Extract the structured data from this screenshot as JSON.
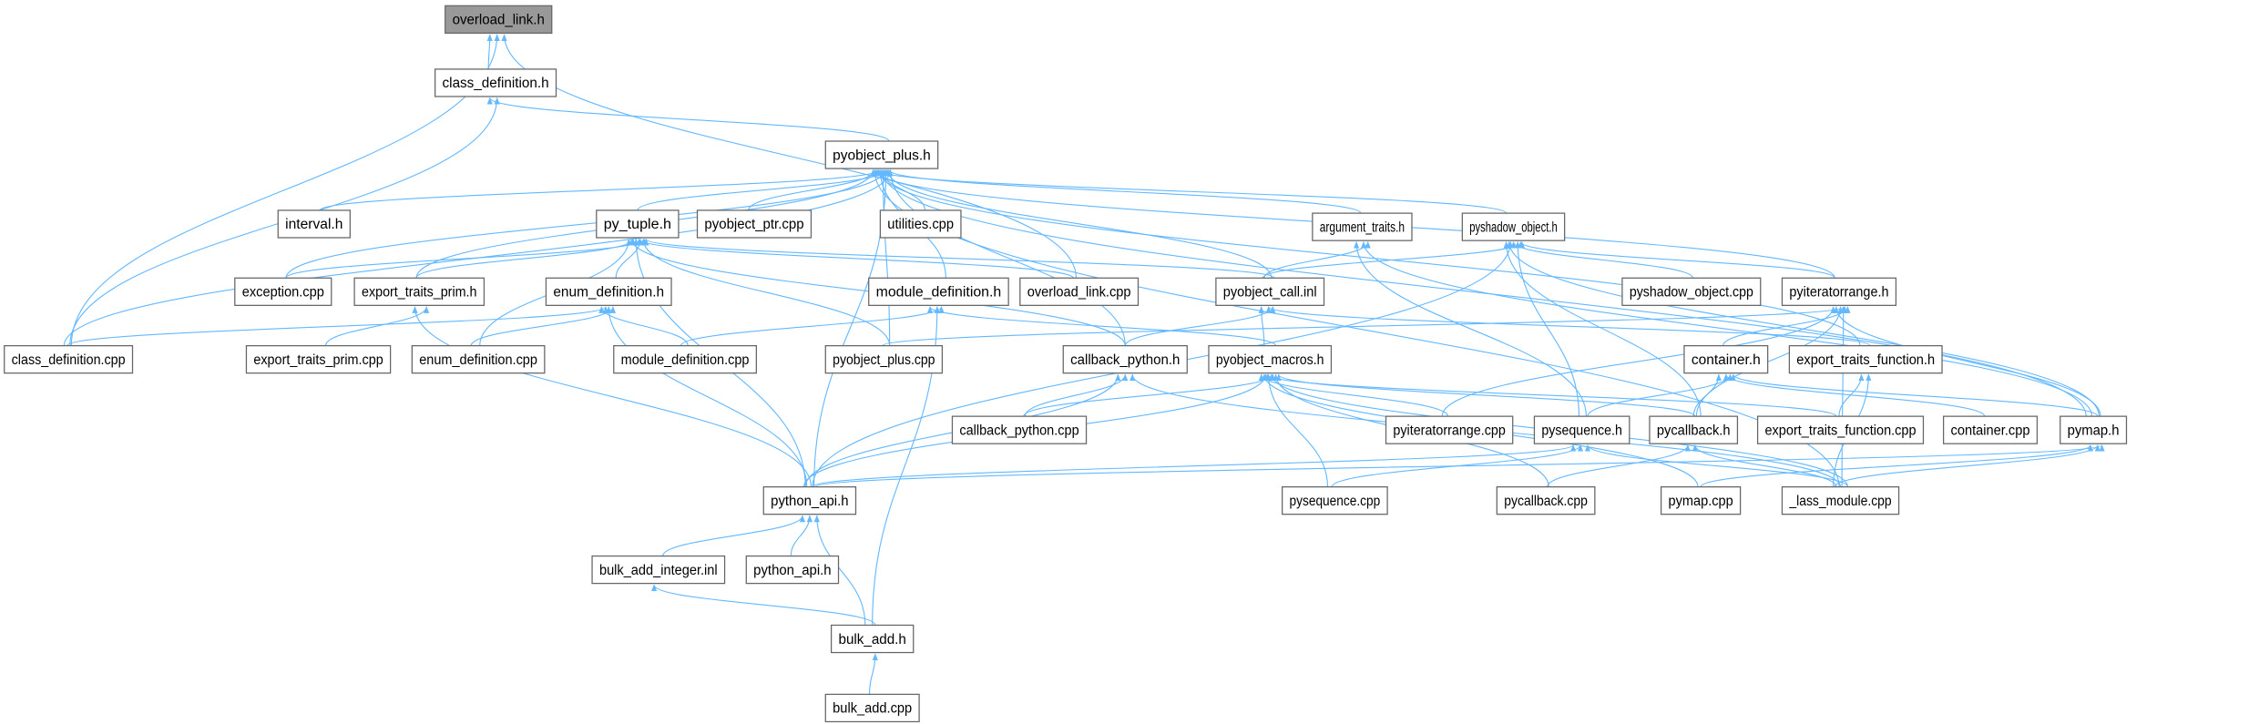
{
  "title": "overload_link.h include dependency graph",
  "colors": {
    "edge": "#63b8ff",
    "current_node_fill": "#999999",
    "node_fill": "#ffffff",
    "node_border": "#666666"
  },
  "nodes": [
    {
      "id": "overload_link_h",
      "label": "overload_link.h",
      "current": true
    },
    {
      "id": "class_definition_h",
      "label": "class_definition.h"
    },
    {
      "id": "pyobject_plus_h",
      "label": "pyobject_plus.h"
    },
    {
      "id": "interval_h",
      "label": "interval.h"
    },
    {
      "id": "py_tuple_h",
      "label": "py_tuple.h"
    },
    {
      "id": "pyobject_ptr_cpp",
      "label": "pyobject_ptr.cpp"
    },
    {
      "id": "utilities_cpp",
      "label": "utilities.cpp"
    },
    {
      "id": "argument_traits_h",
      "label": "argument_traits.h"
    },
    {
      "id": "pyshadow_object_h",
      "label": "pyshadow_object.h"
    },
    {
      "id": "exception_cpp",
      "label": "exception.cpp"
    },
    {
      "id": "export_traits_prim_h",
      "label": "export_traits_prim.h"
    },
    {
      "id": "enum_definition_h",
      "label": "enum_definition.h"
    },
    {
      "id": "module_definition_h",
      "label": "module_definition.h"
    },
    {
      "id": "overload_link_cpp",
      "label": "overload_link.cpp"
    },
    {
      "id": "pyobject_call_inl",
      "label": "pyobject_call.inl"
    },
    {
      "id": "pyshadow_object_cpp",
      "label": "pyshadow_object.cpp"
    },
    {
      "id": "pyiteratorrange_h",
      "label": "pyiteratorrange.h"
    },
    {
      "id": "class_definition_cpp",
      "label": "class_definition.cpp"
    },
    {
      "id": "export_traits_prim_cpp",
      "label": "export_traits_prim.cpp"
    },
    {
      "id": "enum_definition_cpp",
      "label": "enum_definition.cpp"
    },
    {
      "id": "module_definition_cpp",
      "label": "module_definition.cpp"
    },
    {
      "id": "pyobject_plus_cpp",
      "label": "pyobject_plus.cpp"
    },
    {
      "id": "callback_python_h",
      "label": "callback_python.h"
    },
    {
      "id": "pyobject_macros_h",
      "label": "pyobject_macros.h"
    },
    {
      "id": "container_h",
      "label": "container.h"
    },
    {
      "id": "export_traits_function_h",
      "label": "export_traits_function.h"
    },
    {
      "id": "callback_python_cpp",
      "label": "callback_python.cpp"
    },
    {
      "id": "pyiteratorrange_cpp",
      "label": "pyiteratorrange.cpp"
    },
    {
      "id": "pysequence_h",
      "label": "pysequence.h"
    },
    {
      "id": "pycallback_h",
      "label": "pycallback.h"
    },
    {
      "id": "export_traits_function_cpp",
      "label": "export_traits_function.cpp"
    },
    {
      "id": "container_cpp",
      "label": "container.cpp"
    },
    {
      "id": "pymap_h",
      "label": "pymap.h"
    },
    {
      "id": "python_api_h",
      "label": "python_api.h"
    },
    {
      "id": "pysequence_cpp",
      "label": "pysequence.cpp"
    },
    {
      "id": "pycallback_cpp",
      "label": "pycallback.cpp"
    },
    {
      "id": "pymap_cpp",
      "label": "pymap.cpp"
    },
    {
      "id": "lass_module_cpp",
      "label": "_lass_module.cpp"
    },
    {
      "id": "bulk_add_integer_inl",
      "label": "bulk_add_integer.inl"
    },
    {
      "id": "python_api_h_2",
      "label": "python_api.h"
    },
    {
      "id": "bulk_add_h",
      "label": "bulk_add.h"
    },
    {
      "id": "bulk_add_cpp",
      "label": "bulk_add.cpp"
    }
  ],
  "edges": [
    [
      "class_definition_h",
      "overload_link_h"
    ],
    [
      "class_definition_cpp",
      "overload_link_h"
    ],
    [
      "overload_link_cpp",
      "overload_link_h"
    ],
    [
      "pyobject_plus_h",
      "class_definition_h"
    ],
    [
      "class_definition_cpp",
      "class_definition_h"
    ],
    [
      "class_definition_cpp",
      "pyobject_plus_h"
    ],
    [
      "interval_h",
      "pyobject_plus_h"
    ],
    [
      "py_tuple_h",
      "pyobject_plus_h"
    ],
    [
      "pyobject_ptr_cpp",
      "pyobject_plus_h"
    ],
    [
      "utilities_cpp",
      "pyobject_plus_h"
    ],
    [
      "argument_traits_h",
      "pyobject_plus_h"
    ],
    [
      "pyshadow_object_h",
      "pyobject_plus_h"
    ],
    [
      "exception_cpp",
      "pyobject_plus_h"
    ],
    [
      "export_traits_prim_h",
      "pyobject_plus_h"
    ],
    [
      "module_definition_h",
      "pyobject_plus_h"
    ],
    [
      "pyobject_call_inl",
      "pyobject_plus_h"
    ],
    [
      "pyiteratorrange_h",
      "pyobject_plus_h"
    ],
    [
      "pyobject_plus_cpp",
      "pyobject_plus_h"
    ],
    [
      "callback_python_h",
      "pyobject_plus_h"
    ],
    [
      "export_traits_function_h",
      "pyobject_plus_h"
    ],
    [
      "python_api_h",
      "pyobject_plus_h"
    ],
    [
      "lass_module_cpp",
      "pyobject_plus_h"
    ],
    [
      "pymap_h",
      "pyobject_plus_h"
    ],
    [
      "exception_cpp",
      "py_tuple_h"
    ],
    [
      "export_traits_prim_h",
      "py_tuple_h"
    ],
    [
      "enum_definition_h",
      "py_tuple_h"
    ],
    [
      "enum_definition_cpp",
      "py_tuple_h"
    ],
    [
      "python_api_h",
      "py_tuple_h"
    ],
    [
      "pyobject_plus_cpp",
      "py_tuple_h"
    ],
    [
      "callback_python_h",
      "py_tuple_h"
    ],
    [
      "overload_link_cpp",
      "py_tuple_h"
    ],
    [
      "pyobject_call_inl",
      "py_tuple_h"
    ],
    [
      "class_definition_cpp",
      "enum_definition_h"
    ],
    [
      "enum_definition_cpp",
      "enum_definition_h"
    ],
    [
      "module_definition_cpp",
      "enum_definition_h"
    ],
    [
      "python_api_h",
      "enum_definition_h"
    ],
    [
      "export_traits_prim_cpp",
      "export_traits_prim_h"
    ],
    [
      "python_api_h",
      "export_traits_prim_h"
    ],
    [
      "module_definition_cpp",
      "module_definition_h"
    ],
    [
      "pyobject_macros_h",
      "module_definition_h"
    ],
    [
      "bulk_add_h",
      "module_definition_h"
    ],
    [
      "pyobject_call_inl",
      "argument_traits_h"
    ],
    [
      "pysequence_h",
      "argument_traits_h"
    ],
    [
      "pymap_h",
      "argument_traits_h"
    ],
    [
      "pyobject_call_inl",
      "pyshadow_object_h"
    ],
    [
      "python_api_h",
      "pyshadow_object_h"
    ],
    [
      "pysequence_h",
      "pyshadow_object_h"
    ],
    [
      "pycallback_h",
      "pyshadow_object_h"
    ],
    [
      "pyshadow_object_cpp",
      "pyshadow_object_h"
    ],
    [
      "pyiteratorrange_h",
      "pyshadow_object_h"
    ],
    [
      "pymap_h",
      "pyshadow_object_h"
    ],
    [
      "callback_python_h",
      "pyobject_call_inl"
    ],
    [
      "pyobject_macros_h",
      "pyobject_call_inl"
    ],
    [
      "export_traits_function_h",
      "pyobject_call_inl"
    ],
    [
      "pyobject_plus_cpp",
      "pyiteratorrange_h"
    ],
    [
      "pyiteratorrange_cpp",
      "pyiteratorrange_h"
    ],
    [
      "pycallback_h",
      "pyiteratorrange_h"
    ],
    [
      "container_h",
      "pyiteratorrange_h"
    ],
    [
      "pymap_h",
      "pyiteratorrange_h"
    ],
    [
      "lass_module_cpp",
      "pyiteratorrange_h"
    ],
    [
      "python_api_h",
      "callback_python_h"
    ],
    [
      "callback_python_cpp",
      "callback_python_h"
    ],
    [
      "lass_module_cpp",
      "callback_python_h"
    ],
    [
      "python_api_h",
      "pyobject_macros_h"
    ],
    [
      "callback_python_cpp",
      "pyobject_macros_h"
    ],
    [
      "pyiteratorrange_cpp",
      "pyobject_macros_h"
    ],
    [
      "pysequence_cpp",
      "pyobject_macros_h"
    ],
    [
      "pycallback_cpp",
      "pyobject_macros_h"
    ],
    [
      "pymap_cpp",
      "pyobject_macros_h"
    ],
    [
      "lass_module_cpp",
      "pyobject_macros_h"
    ],
    [
      "pycallback_h",
      "pyobject_macros_h"
    ],
    [
      "export_traits_function_cpp",
      "pyobject_macros_h"
    ],
    [
      "pysequence_h",
      "container_h"
    ],
    [
      "pycallback_h",
      "container_h"
    ],
    [
      "container_cpp",
      "container_h"
    ],
    [
      "pymap_h",
      "container_h"
    ],
    [
      "export_traits_function_cpp",
      "export_traits_function_h"
    ],
    [
      "lass_module_cpp",
      "export_traits_function_h"
    ],
    [
      "python_api_h",
      "pysequence_h"
    ],
    [
      "pysequence_cpp",
      "pysequence_h"
    ],
    [
      "lass_module_cpp",
      "pysequence_h"
    ],
    [
      "pycallback_cpp",
      "pycallback_h"
    ],
    [
      "lass_module_cpp",
      "pycallback_h"
    ],
    [
      "python_api_h",
      "pymap_h"
    ],
    [
      "pymap_cpp",
      "pymap_h"
    ],
    [
      "lass_module_cpp",
      "pymap_h"
    ],
    [
      "bulk_add_integer_inl",
      "python_api_h"
    ],
    [
      "python_api_h_2",
      "python_api_h"
    ],
    [
      "bulk_add_h",
      "python_api_h"
    ],
    [
      "bulk_add_h",
      "bulk_add_integer_inl"
    ],
    [
      "bulk_add_cpp",
      "bulk_add_h"
    ]
  ]
}
